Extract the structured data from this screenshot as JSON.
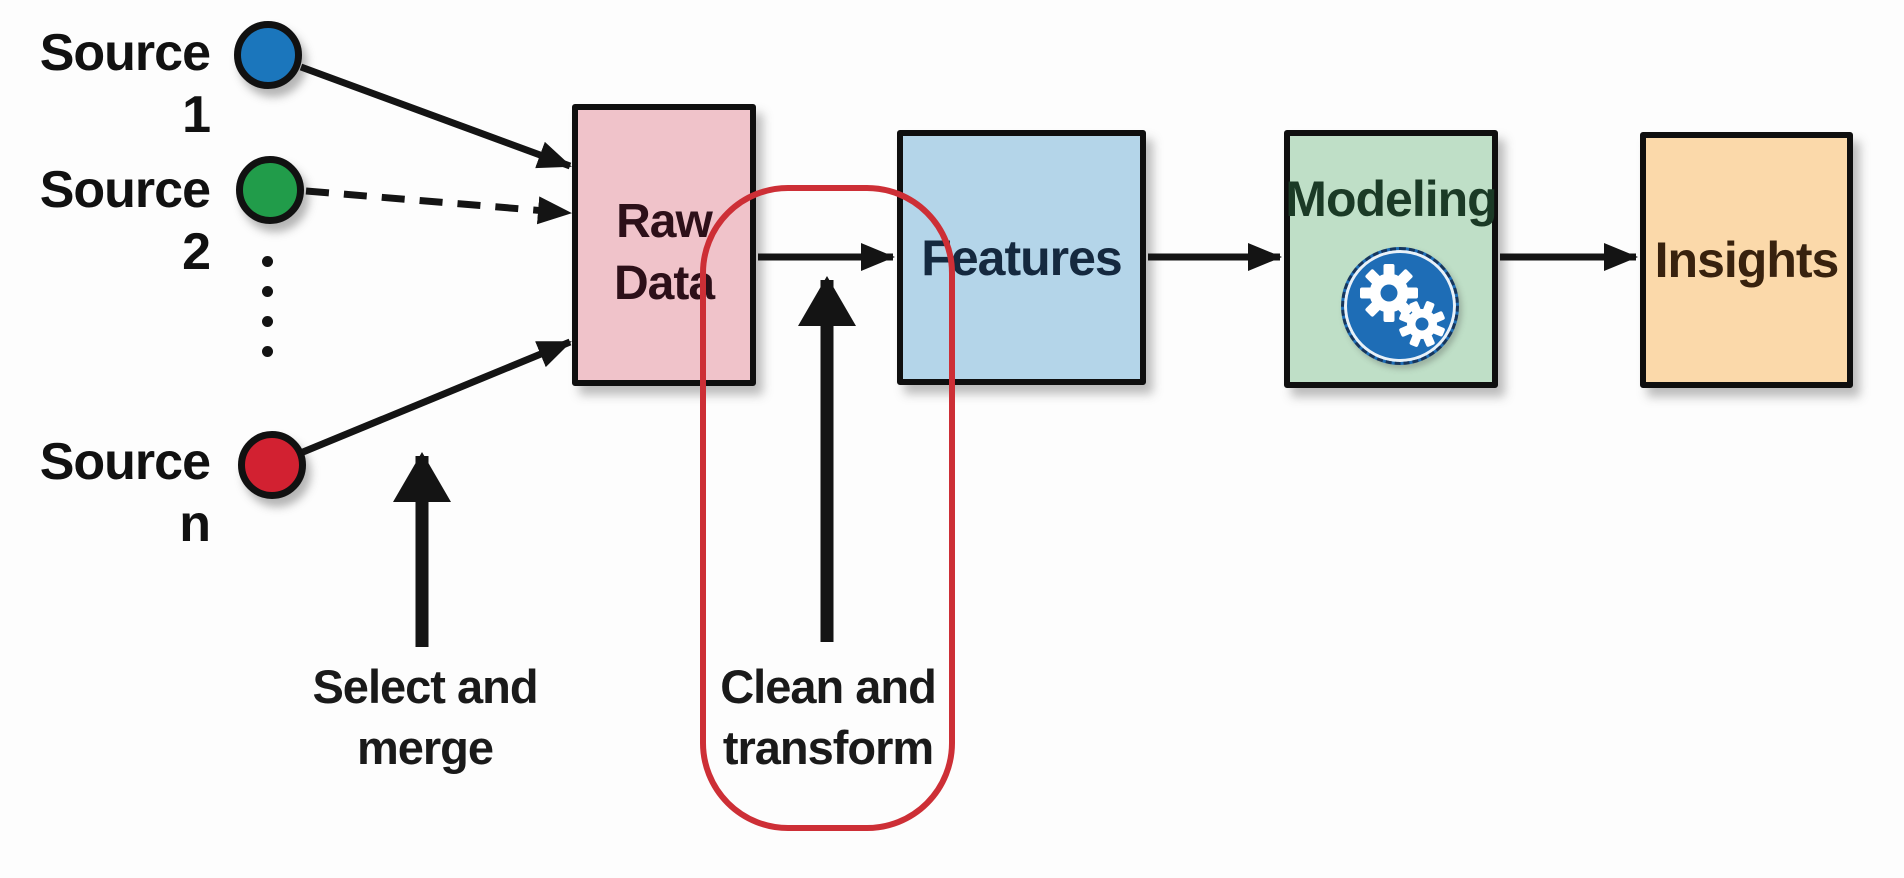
{
  "colors": {
    "background": "#fdfdfd",
    "arrow": "#141414",
    "box_border": "#0f0f0f",
    "raw_data_bg": "#f0c3ca",
    "raw_data_text": "#2d1019",
    "features_bg": "#b4d5e9",
    "features_text": "#15293f",
    "modeling_bg": "#bfdfc7",
    "modeling_text": "#1b3a26",
    "insights_bg": "#fbd9aa",
    "insights_text": "#38220e",
    "highlight_outline": "#cd2f36",
    "gear_circle": "#1e6db6",
    "gear_teeth": "#ffffff"
  },
  "sources": [
    {
      "label": "Source 1",
      "color": "#1b76bc"
    },
    {
      "label": "Source 2",
      "color": "#219c4a"
    },
    {
      "label": "Source n",
      "color": "#d22131"
    }
  ],
  "stages": {
    "raw_data": {
      "label": "Raw\nData"
    },
    "features": {
      "label": "Features"
    },
    "modeling": {
      "label": "Modeling"
    },
    "insights": {
      "label": "Insights"
    }
  },
  "annotations": {
    "select_merge": "Select and\nmerge",
    "clean_transform": "Clean and\ntransform"
  },
  "icons": {
    "gears": "gears-icon"
  }
}
